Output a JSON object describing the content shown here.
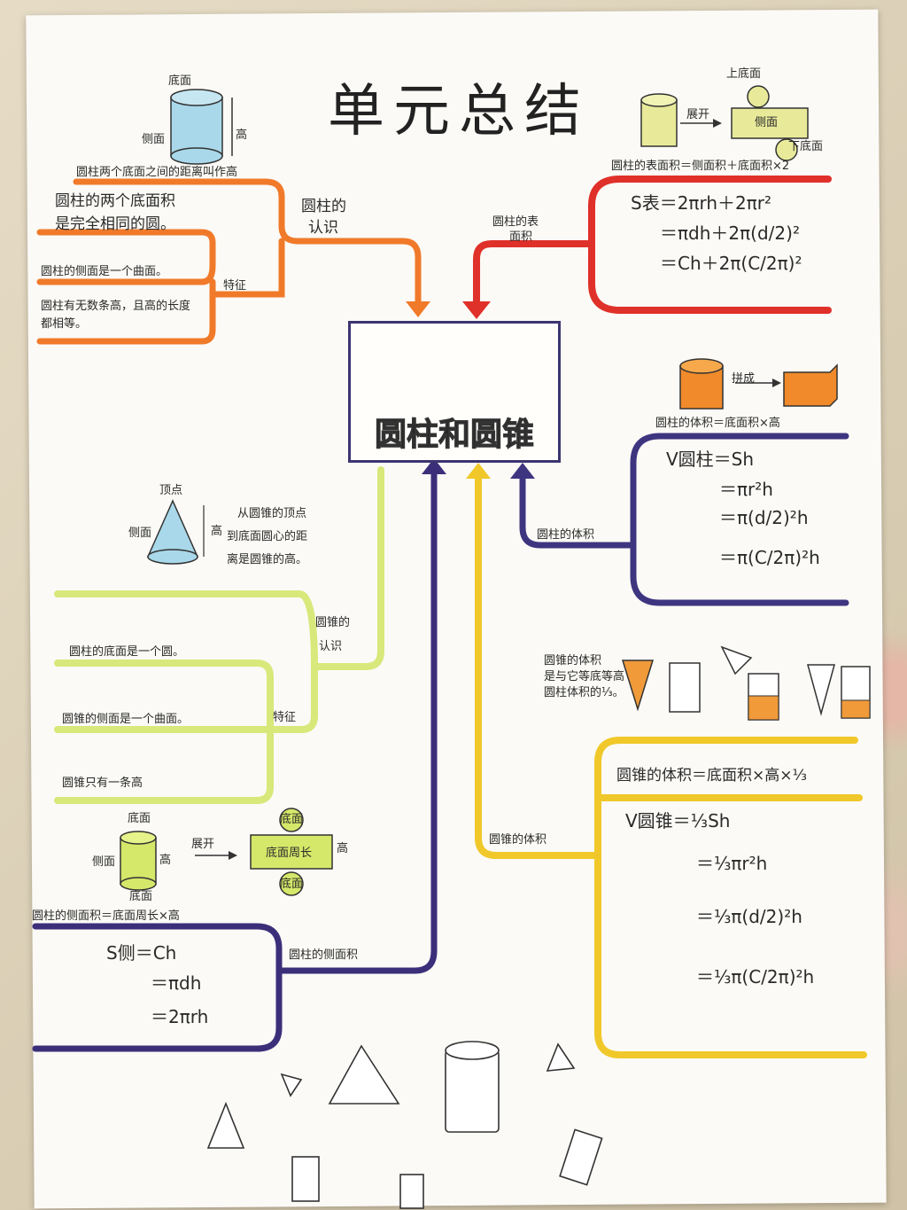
{
  "title": "单元总结",
  "center": {
    "label": "圆柱和圆锥"
  },
  "branches": {
    "cylinder_intro": {
      "label_line1": "圆柱的",
      "label_line2": "认识",
      "sub_label": "特征",
      "fig_top": "底面",
      "fig_side": "侧面",
      "fig_height": "高",
      "items": [
        "圆柱两个底面之间的距离叫作高",
        "圆柱的两个底面积",
        "是完全相同的圆。",
        "圆柱的侧面是一个曲面。",
        "圆柱有无数条高，且高的长度",
        "都相等。"
      ]
    },
    "cylinder_surface": {
      "label_line1": "圆柱的表",
      "label_line2": "面积",
      "unfold": "展开",
      "top_base": "上底面",
      "side": "侧面",
      "bottom_base": "下底面",
      "rule": "圆柱的表面积＝侧面积＋底面积×2",
      "formulas": [
        "S表＝2πrh＋2πr²",
        "＝πdh＋2π(d/2)²",
        "＝Ch＋2π(C/2π)²"
      ]
    },
    "cylinder_volume": {
      "label": "圆柱的体积",
      "cut": "拼成",
      "rule": "圆柱的体积＝底面积×高",
      "formulas": [
        "V圆柱＝Sh",
        "＝πr²h",
        "＝π(d/2)²h",
        "＝π(C/2π)²h"
      ]
    },
    "cone_intro": {
      "label_line1": "圆锥的",
      "label_line2": "认识",
      "sub_label": "特征",
      "fig_apex": "顶点",
      "fig_side": "侧面",
      "fig_height": "高",
      "desc": [
        "从圆锥的顶点",
        "到底面圆心的距",
        "离是圆锥的高。"
      ],
      "items": [
        "圆柱的底面是一个圆。",
        "圆锥的侧面是一个曲面。",
        "圆锥只有一条高"
      ]
    },
    "cone_volume": {
      "label": "圆锥的体积",
      "note": [
        "圆锥的体积",
        "是与它等底等高",
        "圆柱体积的⅓。"
      ],
      "rule": "圆锥的体积＝底面积×高×⅓",
      "formulas": [
        "V圆锥＝⅓Sh",
        "＝⅓πr²h",
        "＝⅓π(d/2)²h",
        "＝⅓π(C/2π)²h"
      ]
    },
    "cylinder_lateral": {
      "label": "圆柱的侧面积",
      "unfold": "展开",
      "fig_top": "底面",
      "fig_side": "侧面",
      "fig_height": "高",
      "fig_bottom": "底面",
      "net_top": "底面",
      "net_mid": "底面周长",
      "net_height": "高",
      "net_bottom": "底面",
      "rule": "圆柱的侧面积＝底面周长×高",
      "formulas": [
        "S侧＝Ch",
        "＝πdh",
        "＝2πrh"
      ]
    }
  },
  "colors": {
    "orange": "#f07a2a",
    "red": "#e0302a",
    "navy": "#3e3580",
    "lime": "#d8e87a",
    "yellow": "#f0c82a",
    "purple": "#3b2f7a"
  }
}
